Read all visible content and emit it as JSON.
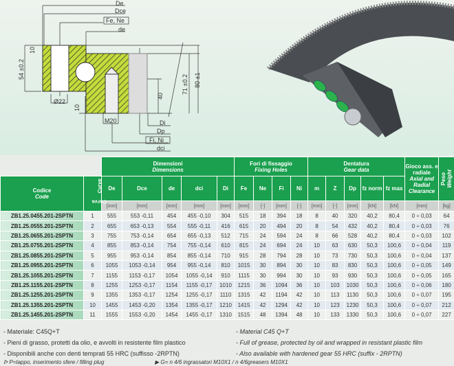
{
  "drawing": {
    "labels": {
      "De": "De",
      "Dce": "Dce",
      "FeNe": "Fe, Ne",
      "de": "de",
      "h10a": "10",
      "h54": "54 ±0.2",
      "d22": "Ø22",
      "h10b": "10",
      "m20": "M20",
      "h40": "40",
      "h71": "71 ±0.2",
      "h80": "80 ±1",
      "Di": "Di",
      "Dp": "Dp",
      "FiNi": "Fi, Ni",
      "dci": "dci"
    }
  },
  "table": {
    "groups": {
      "dim": "Dimensioni",
      "dim_en": "Dimensions",
      "fix": "Fori di fissaggio",
      "fix_en": "Fixing Holes",
      "gear": "Dentatura",
      "gear_en": "Gear data",
      "gioco": "Gioco ass. e radiale",
      "gioco_en": "Axial and Radial Clearance",
      "peso": "Peso",
      "peso_en": "Weight"
    },
    "code_h": "Codice",
    "code_h_en": "Code",
    "curva_h": "Curva",
    "curva_h_en": "Curve",
    "columns": [
      "De",
      "Dce",
      "de",
      "dci",
      "Di",
      "Fe",
      "Ne",
      "Fi",
      "Ni",
      "m",
      "Z",
      "Dp",
      "fz norm",
      "fz max"
    ],
    "units": [
      "[mm]",
      "[mm]",
      "[mm]",
      "[mm]",
      "[mm]",
      "[mm]",
      "[-]",
      "[mm]",
      "[-]",
      "[mm]",
      "[-]",
      "[mm]",
      "[kN]",
      "[kN]",
      "[mm]",
      "[kg]"
    ],
    "rows": [
      [
        "ZB1.25.0455.201-2SPTN",
        "1",
        "555",
        "553 -0,11",
        "454",
        "455 -0,10",
        "304",
        "515",
        "18",
        "394",
        "18",
        "8",
        "40",
        "320",
        "40,2",
        "80,4",
        "0 ÷ 0,03",
        "64"
      ],
      [
        "ZB1.25.0555.201-2SPTN",
        "2",
        "655",
        "653 -0,13",
        "554",
        "555 -0,11",
        "416",
        "615",
        "20",
        "494",
        "20",
        "8",
        "54",
        "432",
        "40,2",
        "80,4",
        "0 ÷ 0,03",
        "76"
      ],
      [
        "ZB1.25.0655.201-2SPTN",
        "3",
        "755",
        "753 -0,14",
        "654",
        "655 -0,13",
        "512",
        "715",
        "24",
        "594",
        "24",
        "8",
        "66",
        "528",
        "40,2",
        "80,4",
        "0 ÷ 0,03",
        "102"
      ],
      [
        "ZB1.25.0755.201-2SPTN",
        "4",
        "855",
        "853 -0,14",
        "754",
        "755 -0,14",
        "610",
        "815",
        "24",
        "694",
        "24",
        "10",
        "63",
        "630",
        "50,3",
        "100,6",
        "0 ÷ 0,04",
        "119"
      ],
      [
        "ZB1.25.0855.201-2SPTN",
        "5",
        "955",
        "953 -0,14",
        "854",
        "855 -0,14",
        "710",
        "915",
        "28",
        "794",
        "28",
        "10",
        "73",
        "730",
        "50,3",
        "100,6",
        "0 ÷ 0,04",
        "137"
      ],
      [
        "ZB1.25.0955.201-2SPTN",
        "6",
        "1055",
        "1053 -0,14",
        "954",
        "955 -0,14",
        "810",
        "1015",
        "30",
        "894",
        "30",
        "10",
        "83",
        "830",
        "50,3",
        "100,6",
        "0 ÷ 0,05",
        "149"
      ],
      [
        "ZB1.25.1055.201-2SPTN",
        "7",
        "1155",
        "1153 -0,17",
        "1054",
        "1055 -0,14",
        "910",
        "1115",
        "30",
        "994",
        "30",
        "10",
        "93",
        "930",
        "50,3",
        "100,6",
        "0 ÷ 0,05",
        "165"
      ],
      [
        "ZB1.25.1155.201-2SPTN",
        "8",
        "1255",
        "1253 -0,17",
        "1154",
        "1155 -0,17",
        "1010",
        "1215",
        "36",
        "1094",
        "36",
        "10",
        "103",
        "1030",
        "50,3",
        "100,6",
        "0 ÷ 0,06",
        "180"
      ],
      [
        "ZB1.25.1255.201-2SPTN",
        "9",
        "1355",
        "1353 -0,17",
        "1254",
        "1255 -0,17",
        "1110",
        "1315",
        "42",
        "1194",
        "42",
        "10",
        "113",
        "1130",
        "50,3",
        "100,6",
        "0 ÷ 0,07",
        "195"
      ],
      [
        "ZB1.25.1355.201-2SPTN",
        "10",
        "1455",
        "1453 -0,20",
        "1354",
        "1355 -0,17",
        "1210",
        "1415",
        "42",
        "1294",
        "42",
        "10",
        "123",
        "1230",
        "50,3",
        "100,6",
        "0 ÷ 0,07",
        "212"
      ],
      [
        "ZB1.25.1455.201-2SPTN",
        "11",
        "1555",
        "1553 -0,20",
        "1454",
        "1455 -0,17",
        "1310",
        "1515",
        "48",
        "1394",
        "48",
        "10",
        "133",
        "1330",
        "50,3",
        "100,6",
        "0 ÷ 0,07",
        "227"
      ]
    ]
  },
  "notes": {
    "it": [
      "- Materiale: C45Q+T",
      "- Pieni di grasso, protetti da olio, e avvolti in resistente film plastico",
      "- Disponibili anche con denti temprati 55 HRC (suffisso -2RPTN)"
    ],
    "en": [
      "- Material C45 Q+T",
      "- Full of grease, protected by oil and wrapped in resistant plastic film",
      "- Also available with hardened gear 55 HRC (suffix - 2RPTN)"
    ],
    "plug": "ᐅ P=tappo, inserimento sfere / filling plug",
    "greaser": "▶ G= n 4/6 ingrassatori M10X1 / n 4/6greasers M10X1"
  },
  "colors": {
    "green": "#1aa04e",
    "hatch": "#b8d433"
  }
}
